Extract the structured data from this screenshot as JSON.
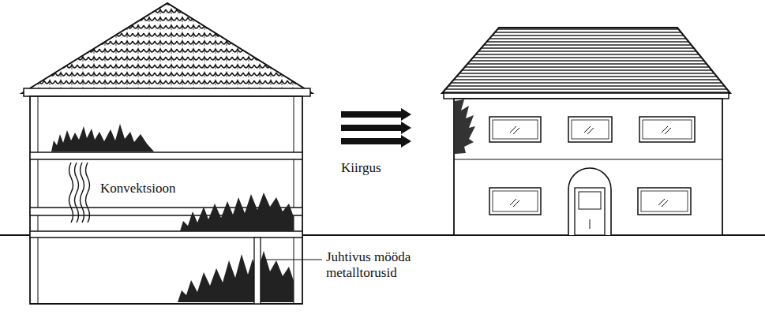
{
  "diagram": {
    "labels": [
      "Konvektsioon",
      "Kiirgus",
      "Juhtivus mööda metalltorusid"
    ]
  }
}
